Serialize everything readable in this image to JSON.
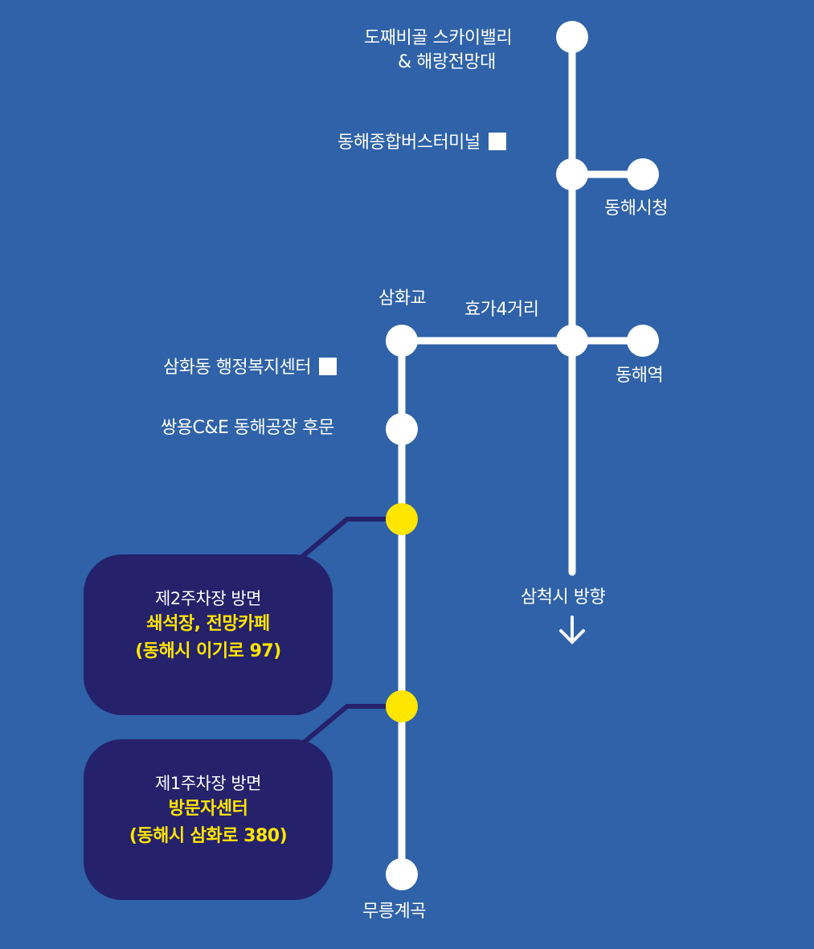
{
  "stops": {
    "top": "도째비골 스카이밸리",
    "top2": "& 해랑전망대",
    "bus_terminal": "동해종합버스터미널",
    "city_hall": "동해시청",
    "samhwagyo": "삼화교",
    "hyoga": "효가4거리",
    "welfare": "삼화동 행정복지센터",
    "donghae_station": "동해역",
    "ssangyong": "쌍용C&E 동해공장 후문",
    "samcheok": "삼척시 방향",
    "mureung": "무릉계곡"
  },
  "parking2": {
    "title": "제2주차장 방면",
    "name": "쇄석장, 전망카페",
    "address": "(동해시 이기로 97)"
  },
  "parking1": {
    "title": "제1주차장 방면",
    "name": "방문자센터",
    "address": "(동해시 삼화로 380)"
  },
  "colors": {
    "background": "#2f62a8",
    "route": "#ffffff",
    "highlight": "#ffe600",
    "box": "#25216b"
  },
  "icons": {
    "bus_terminal_marker": "white-square-icon",
    "welfare_marker": "white-square-icon",
    "direction": "arrow-down-icon"
  }
}
